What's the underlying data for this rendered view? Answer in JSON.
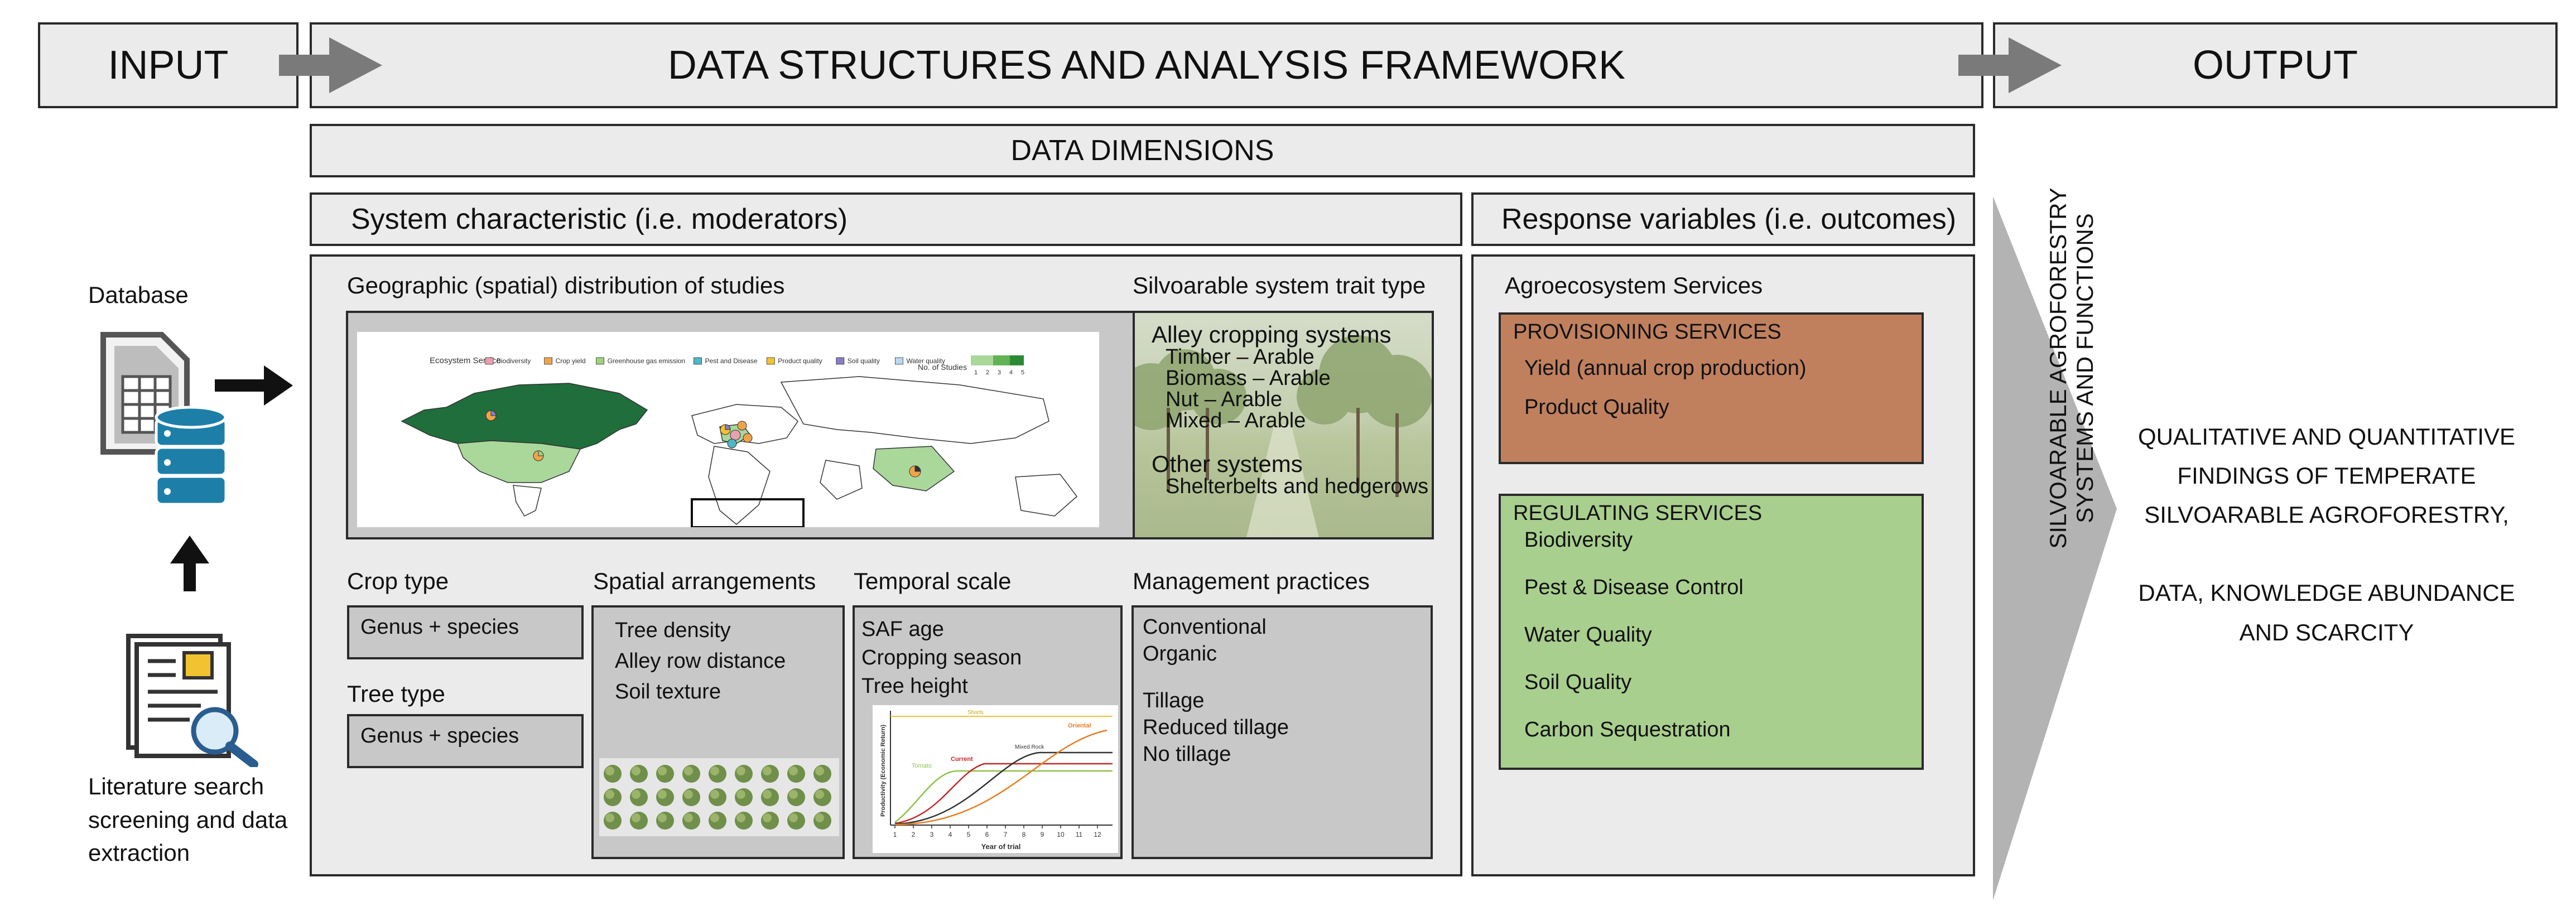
{
  "header": {
    "input": "INPUT",
    "framework": "DATA STRUCTURES AND ANALYSIS FRAMEWORK",
    "output": "OUTPUT"
  },
  "dimensions": "DATA DIMENSIONS",
  "system_characteristic": "System characteristic (i.e. moderators)",
  "response_variables": "Response variables (i.e. outcomes)",
  "input": {
    "database": "Database",
    "literature": [
      "Literature search",
      "screening and data",
      "extraction"
    ]
  },
  "geo": {
    "title": "Geographic (spatial) distribution of studies",
    "legend_title": "Ecosystem Service",
    "legend_items": [
      {
        "label": "Biodiversity",
        "color": "#e8a1b0"
      },
      {
        "label": "Crop yield",
        "color": "#f2a34a"
      },
      {
        "label": "Greenhouse gas emission",
        "color": "#9fd37a"
      },
      {
        "label": "Pest and Disease",
        "color": "#4fb7c9"
      },
      {
        "label": "Product quality",
        "color": "#f2c230"
      },
      {
        "label": "Soil quality",
        "color": "#8a7cc9"
      },
      {
        "label": "Water quality",
        "color": "#b9d9f0"
      }
    ],
    "scale_title": "No. of Studies",
    "scale_ticks": [
      "1",
      "2",
      "3",
      "4",
      "5"
    ]
  },
  "silvo": {
    "title": "Silvoarable system trait type",
    "alley_title": "Alley cropping systems",
    "alley_items": [
      "Timber – Arable",
      "Biomass – Arable",
      "Nut – Arable",
      "Mixed – Arable"
    ],
    "other_title": "Other systems",
    "other_items": [
      "Shelterbelts and hedgerows"
    ]
  },
  "crop": {
    "title": "Crop type",
    "value": "Genus + species"
  },
  "tree": {
    "title": "Tree type",
    "value": "Genus + species"
  },
  "spatial": {
    "title": "Spatial arrangements",
    "items": [
      "Tree density",
      "Alley row distance",
      "Soil texture"
    ]
  },
  "temporal": {
    "title": "Temporal scale",
    "items": [
      "SAF age",
      "Cropping season",
      "Tree height"
    ],
    "chart_xlabel": "Year of trial",
    "chart_ylabel": "Productivity (Economic Return)",
    "chart_ticks": [
      "1",
      "2",
      "3",
      "4",
      "5",
      "6",
      "7",
      "8",
      "9",
      "10",
      "11",
      "12"
    ],
    "curve_labels": [
      "Tomato",
      "Current",
      "Mixed Rock",
      "Oriental",
      "Shorts"
    ]
  },
  "management": {
    "title": "Management practices",
    "group1": [
      "Conventional",
      "Organic"
    ],
    "group2": [
      "Tillage",
      "Reduced tillage",
      "No tillage"
    ]
  },
  "agro": {
    "title": "Agroecosystem Services",
    "provisioning": {
      "title": "PROVISIONING SERVICES",
      "items": [
        "Yield (annual crop production)",
        "Product Quality"
      ],
      "color": "#c0805e"
    },
    "regulating": {
      "title": "REGULATING SERVICES",
      "items": [
        "Biodiversity",
        "Pest & Disease Control",
        "Water Quality",
        "Soil Quality",
        "Carbon Sequestration"
      ],
      "color": "#a9cf8e"
    }
  },
  "vertical_label": [
    "SILVOARABLE AGROFORESTRY",
    "SYSTEMS AND FUNCTIONS"
  ],
  "output": {
    "lines1": [
      "QUALITATIVE AND QUANTITATIVE",
      "FINDINGS OF TEMPERATE",
      "SILVOARABLE AGROFORESTRY,"
    ],
    "lines2": [
      "DATA, KNOWLEDGE ABUNDANCE",
      "AND SCARCITY"
    ]
  }
}
